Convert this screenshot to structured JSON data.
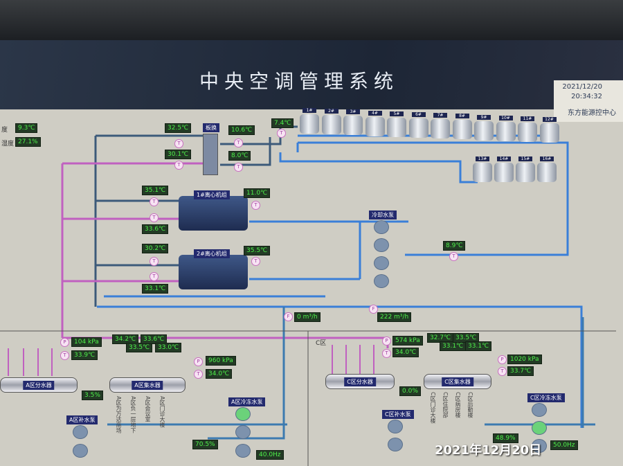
{
  "header": {
    "title": "中央空调管理系统",
    "date": "2021/12/20",
    "time": "20:34:32",
    "center": "东方能源控中心"
  },
  "env": {
    "temp_label": "度",
    "temp": "9.3℃",
    "humid_label": "湿度",
    "humid": "27.1%"
  },
  "plate_hx": {
    "label": "板换",
    "t_in_hot": "32.5℃",
    "t_out_hot": "30.1℃",
    "t_out_cold": "10.6℃",
    "t_in_cold": "8.0℃"
  },
  "tower_supply_temp": "7.4℃",
  "towers": [
    "1#",
    "2#",
    "3#",
    "4#",
    "5#",
    "6#",
    "7#",
    "8#",
    "9#",
    "10#",
    "11#",
    "12#",
    "13#",
    "14#",
    "15#",
    "16#"
  ],
  "chillers": [
    {
      "label": "1#离心机组",
      "t1": "35.1℃",
      "t2": "33.6℃",
      "t3": "11.0℃"
    },
    {
      "label": "2#离心机组",
      "t1": "30.2℃",
      "t2": "33.1℃",
      "t3": "35.5℃"
    }
  ],
  "cooling_pumps": {
    "label": "冷却水泵",
    "temp": "8.9℃"
  },
  "flows": {
    "f1": "0 m³/h",
    "f2": "222 m³/h"
  },
  "zone_a": {
    "supply_pressure": "104 kPa",
    "supply_temp": "33.9℃",
    "divider": "A区分水器",
    "collector": "A区集水器",
    "valve": "3.5%",
    "branch_temps": [
      "34.2℃",
      "33.5℃",
      "33.6℃",
      "33.0℃"
    ],
    "branches": [
      "A区为万达商场",
      "A区负一层地下",
      "A区会议室",
      "A区门诊大楼"
    ],
    "return_pressure": "960 kPa",
    "return_temp": "34.0℃",
    "makeup_pump": "A区补水泵",
    "chw_pump": "A区冷冻水泵",
    "pump_valve": "70.5%",
    "freq": "40.0Hz"
  },
  "zone_c": {
    "title": "C区",
    "supply_pressure": "574 kPa",
    "supply_temp": "34.0℃",
    "divider": "C区分水器",
    "collector": "C区集水器",
    "valve": "0.0%",
    "branch_temps": [
      "32.7℃",
      "33.1℃",
      "33.5℃",
      "33.1℃"
    ],
    "branches": [
      "C区门诊大楼",
      "C区住院部",
      "C区病房楼",
      "C区后勤楼"
    ],
    "return_pressure": "1020 kPa",
    "return_temp": "33.7℃",
    "makeup_pump": "C区补水泵",
    "chw_pump": "C区冷冻水泵",
    "pump_valve": "48.9%",
    "freq": "50.0Hz"
  },
  "photo_stamp": "2021年12月20日",
  "colors": {
    "chw": "#3a7fd8",
    "hot": "#c060c0",
    "panel": "#cfcdc4"
  }
}
